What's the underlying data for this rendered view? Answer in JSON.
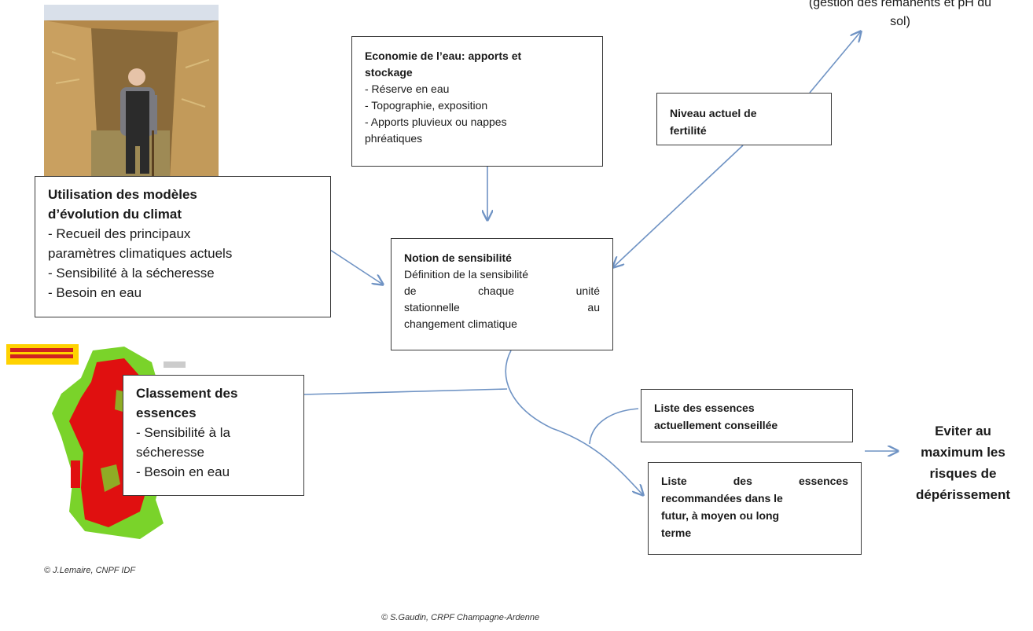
{
  "top_right_text": {
    "line1": "(gestion des rémanents et pH du",
    "line2": "sol)"
  },
  "economie": {
    "title1": "Economie de l’eau: apports et",
    "title2": "stockage",
    "items": [
      "- Réserve en eau",
      "- Topographie, exposition",
      "- Apports pluvieux ou nappes",
      "phréatiques"
    ]
  },
  "fertilite": {
    "title1": "Niveau actuel de",
    "title2": "fertilité"
  },
  "climat": {
    "title1": "Utilisation des modèles",
    "title2": "d’évolution du climat",
    "items": [
      "- Recueil des principaux",
      "paramètres climatiques actuels",
      "- Sensibilité à la sécheresse",
      "- Besoin en eau"
    ]
  },
  "sensibilite": {
    "title": "Notion de sensibilité",
    "items": [
      "Définition de la sensibilité",
      "de chaque unité",
      "stationnelle au",
      "changement climatique"
    ]
  },
  "classement": {
    "title1": "Classement des",
    "title2": "essences",
    "items": [
      "- Sensibilité à la",
      "sécheresse",
      "- Besoin en eau"
    ]
  },
  "liste_actuelle": {
    "line1": "Liste des essences",
    "line2": "actuellement conseillée"
  },
  "liste_future": {
    "lines": [
      "Liste des essences",
      "recommandées dans le",
      "futur, à moyen ou long",
      "terme"
    ]
  },
  "eviter": {
    "lines": [
      "Eviter au",
      "maximum les",
      "risques de",
      "dépérissement"
    ]
  },
  "credit_map": "© J.Lemaire, CNPF IDF",
  "credit_bottom": "© S.Gaudin, CRPF Champagne-Ardenne",
  "colors": {
    "arrow": "#6f93c4",
    "map_red": "#e01010",
    "map_green": "#7ad32a",
    "box_border": "#3a3a3a"
  }
}
